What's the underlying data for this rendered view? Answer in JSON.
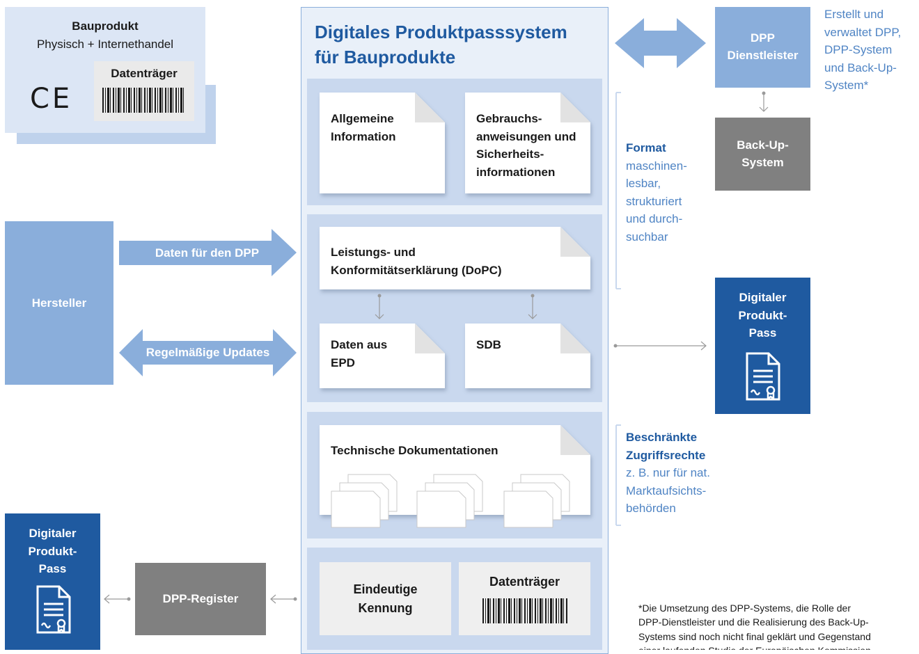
{
  "bauprodukt": {
    "title": "Bauprodukt",
    "subtitle": "Physisch + Internethandel",
    "datentraeger_label": "Datenträger",
    "ce_mark": "CE"
  },
  "system": {
    "title": "Digitales Produktpasssystem\nfür Bauprodukte",
    "doc_allgemein": "Allgemeine\nInformation",
    "doc_gebrauch": "Gebrauchs-\nanweisungen und\nSicherheits-\ninformationen",
    "doc_leistung": "Leistungs- und\nKonformitätserklärung (DoPC)",
    "doc_epd": "Daten aus\nEPD",
    "doc_sdb": "SDB",
    "doc_technisch": "Technische Dokumentationen",
    "kennung": "Eindeutige\nKennung",
    "datentraeger": "Datenträger"
  },
  "dpp_dienstleister": "DPP\nDienstleister",
  "dienstleister_note": "Erstellt und\nverwaltet DPP,\nDPP-System\nund Back-Up-\nSystem*",
  "backup_system": "Back-Up-\nSystem",
  "format_note": {
    "title": "Format",
    "text": "maschinen-\nlesbar,\nstrukturiert\nund durch-\nsuchbar"
  },
  "zugriff_note": {
    "title": "Beschränkte\nZugriffsrechte",
    "text": " z. B. nur für nat.\nMarktaufsichts-\nbehörden"
  },
  "hersteller": "Hersteller",
  "arrow_daten": "Daten für den DPP",
  "arrow_updates": "Regelmäßige Updates",
  "dpp_right": "Digitaler\nProdukt-\nPass",
  "dpp_left": "Digitaler\nProdukt-\nPass",
  "dpp_register": "DPP-Register",
  "footnote": "*Die Umsetzung des DPP-Systems, die Rolle der\n DPP-Dienstleister und die Realisierung des Back-Up-\n Systems sind noch nicht final geklärt und Gegenstand\n einer laufenden Studie der Europäischen Kommission",
  "colors": {
    "light_blue": "#dce6f5",
    "mid_blue": "#8aaedb",
    "panel_blue": "#c9d8ee",
    "dark_blue": "#1f5aa0",
    "title_blue": "#1f5aa0",
    "note_blue": "#4f84c4",
    "gray": "#808080"
  }
}
